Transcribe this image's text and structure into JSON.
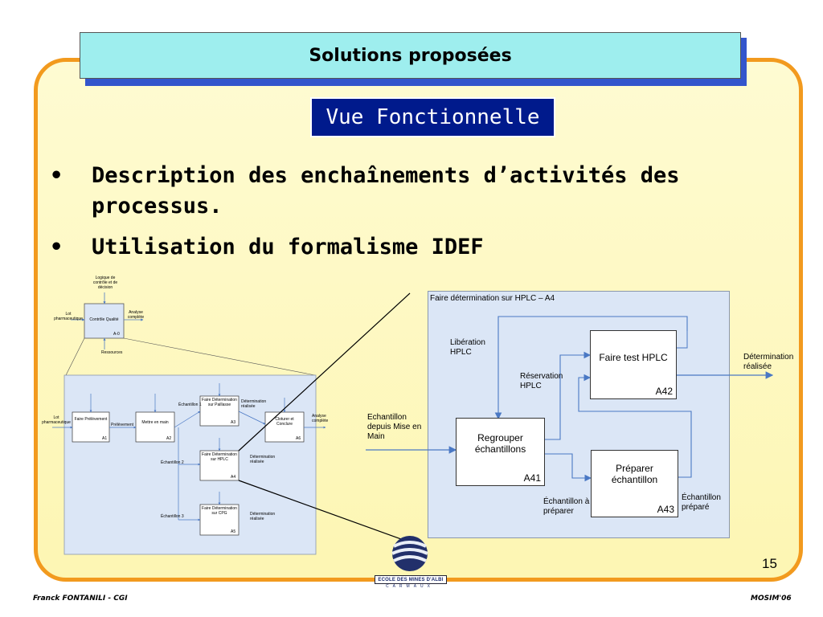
{
  "header": {
    "title": "Solutions proposées"
  },
  "subtitle": "Vue Fonctionnelle",
  "bullets": [
    {
      "marker": "•",
      "text": "Description des enchaînements d’activités des processus."
    },
    {
      "marker": "•",
      "text": "Utilisation du formalisme IDEF"
    }
  ],
  "diagram_a0": {
    "control": "Logique de contrôle et de décision",
    "input": "Lot pharmaceutique",
    "output": "Analyse complète",
    "mechanism": "Ressources",
    "box_label": "Contrôle Qualité",
    "box_code": "A-0"
  },
  "diagram_a0_detail": {
    "input": "Lot pharmaceutique",
    "boxes": [
      {
        "label": "Faire Prélèvement",
        "code": "A1"
      },
      {
        "label": "Mettre en main",
        "code": "A2"
      },
      {
        "label": "Faire Détermination sur Paillasse",
        "code": "A3"
      },
      {
        "label": "Faire Détermination sur HPLC",
        "code": "A4"
      },
      {
        "label": "Faire Détermination sur CPG",
        "code": "A5"
      },
      {
        "label": "Cloturer et Conclure",
        "code": "A6"
      }
    ],
    "arrows": {
      "prelevement": "Prélèvement",
      "ech1": "Échantillon 1",
      "ech2": "Échantillon 2",
      "ech3": "Échantillon 3",
      "det_realisee": "Détermination réalisée",
      "analyse": "Analyse complète"
    }
  },
  "diagram_a4": {
    "title": "Faire détermination sur HPLC – A4",
    "boxes": {
      "a41": {
        "label": "Regrouper échantillons",
        "code": "A41"
      },
      "a42": {
        "label": "Faire test HPLC",
        "code": "A42"
      },
      "a43": {
        "label": "Préparer échantillon",
        "code": "A43"
      }
    },
    "labels": {
      "liberation": "Libération HPLC",
      "reservation": "Réservation HPLC",
      "input": "Echantillon depuis Mise en Main",
      "ech_a_preparer": "Échantillon à préparer",
      "ech_prepare": "Échantillon préparé",
      "output": "Détermination réalisée"
    }
  },
  "logo": {
    "name": "ECOLE DES MINES D'ALBI",
    "sub": "CARMAUX"
  },
  "footer": {
    "left": "Franck FONTANILI - CGI",
    "right": "MOSIM'06",
    "page": "15"
  }
}
